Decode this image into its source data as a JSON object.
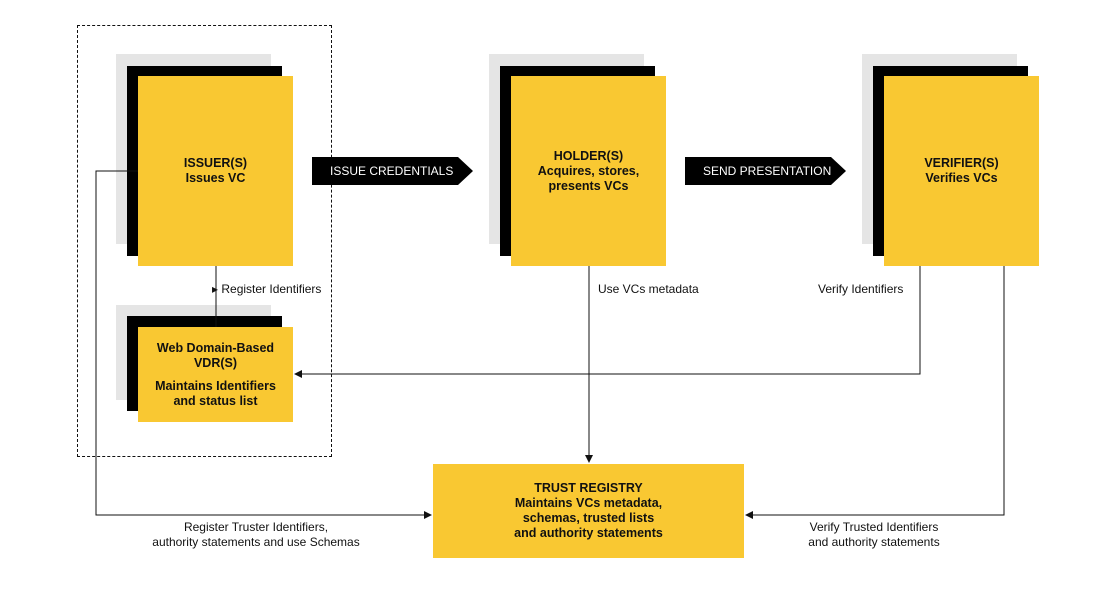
{
  "colors": {
    "accent": "#F9C832",
    "dark": "#000000",
    "shadow": "#E5E5E5",
    "line": "#111111"
  },
  "issuer": {
    "title": "ISSUER(S)",
    "subtitle": "Issues VC"
  },
  "holder": {
    "title": "HOLDER(S)",
    "line1": "Acquires, stores,",
    "line2": "presents VCs"
  },
  "verifier": {
    "title": "VERIFIER(S)",
    "subtitle": "Verifies VCs"
  },
  "vdr": {
    "line1": "Web Domain-Based",
    "line2": "VDR(S)",
    "line3": "Maintains Identifiers",
    "line4": "and status list"
  },
  "trust_registry": {
    "title": "TRUST REGISTRY",
    "line1": "Maintains VCs metadata,",
    "line2": "schemas, trusted lists",
    "line3": "and authority statements"
  },
  "arrows": {
    "issue_credentials": "ISSUE CREDENTIALS",
    "send_presentation": "SEND PRESENTATION"
  },
  "labels": {
    "register_identifiers": "Register Identifiers",
    "use_vcs_metadata": "Use VCs metadata",
    "verify_identifiers": "Verify Identifiers",
    "register_truster_line1": "Register Truster Identifiers,",
    "register_truster_line2": "authority statements and use Schemas",
    "verify_trusted_line1": "Verify Trusted Identifiers",
    "verify_trusted_line2": "and authority statements"
  }
}
